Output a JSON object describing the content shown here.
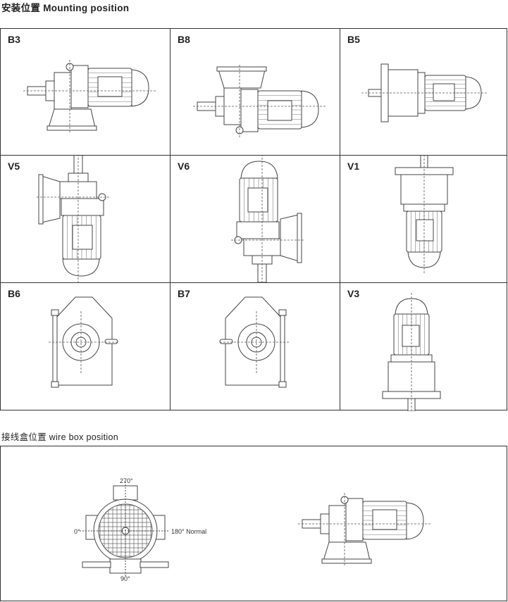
{
  "mounting": {
    "title": "安装位置 Mounting position",
    "positions": [
      {
        "label": "B3",
        "view": "h"
      },
      {
        "label": "B8",
        "view": "h-up"
      },
      {
        "label": "B5",
        "view": "h-flange"
      },
      {
        "label": "V5",
        "view": "v-down"
      },
      {
        "label": "V6",
        "view": "v-up"
      },
      {
        "label": "V1",
        "view": "v-flange-down"
      },
      {
        "label": "B6",
        "view": "end-left"
      },
      {
        "label": "B7",
        "view": "end-right"
      },
      {
        "label": "V3",
        "view": "v-flange-up"
      }
    ]
  },
  "wirebox": {
    "title": "接线盒位置 wire box position",
    "angle_270": "270°",
    "angle_0": "0°",
    "angle_180": "180° Normal",
    "angle_90": "90°"
  }
}
